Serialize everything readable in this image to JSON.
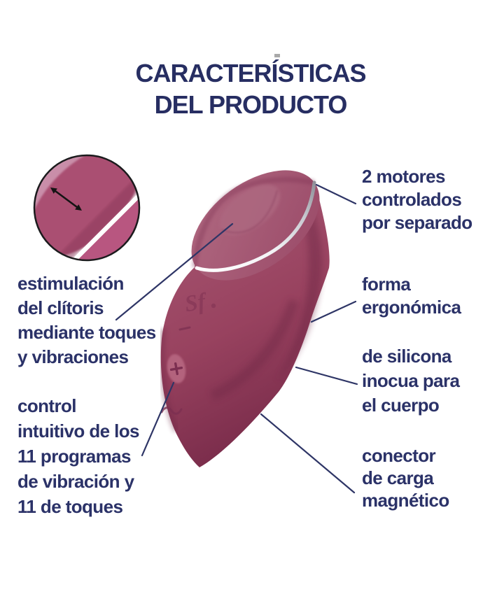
{
  "title": {
    "line1": "CARACTERÍSTICAS",
    "line2": "DEL PRODUCTO"
  },
  "product": {
    "logo": "Sf",
    "controls": {
      "plus": "+",
      "minus": "–",
      "wave": "~"
    },
    "icons": {
      "plus_button": "plus engraved control",
      "wave_button": "wave engraved control",
      "minus_marker": "minus engraving",
      "motion_arrow": "double-headed arrow in zoom inset"
    }
  },
  "annotations": {
    "left": [
      {
        "lines": [
          "estimulación",
          "del clítoris",
          "mediante toques",
          "y vibraciones"
        ]
      },
      {
        "lines": [
          "control",
          "intuitivo de los",
          "11 programas",
          "de vibración y",
          "11 de toques"
        ]
      }
    ],
    "right": [
      {
        "lines": [
          "2 motores",
          "controlados",
          "por separado"
        ]
      },
      {
        "lines": [
          "forma",
          "ergonómica"
        ]
      },
      {
        "lines": [
          "de silicona",
          "inocua para",
          "el cuerpo"
        ]
      },
      {
        "lines": [
          "conector",
          "de carga",
          "magnético"
        ]
      }
    ]
  },
  "colors": {
    "heading_text": "#272e62",
    "annotation_text": "#2b3268",
    "callout_line": "#2e3566",
    "product_body": "#a04e6b",
    "product_shadow": "#772a49",
    "product_face": "#a75d77",
    "silver_ring": "#d9d9de",
    "inset_border": "#1b1b1d",
    "background": "#ffffff"
  }
}
